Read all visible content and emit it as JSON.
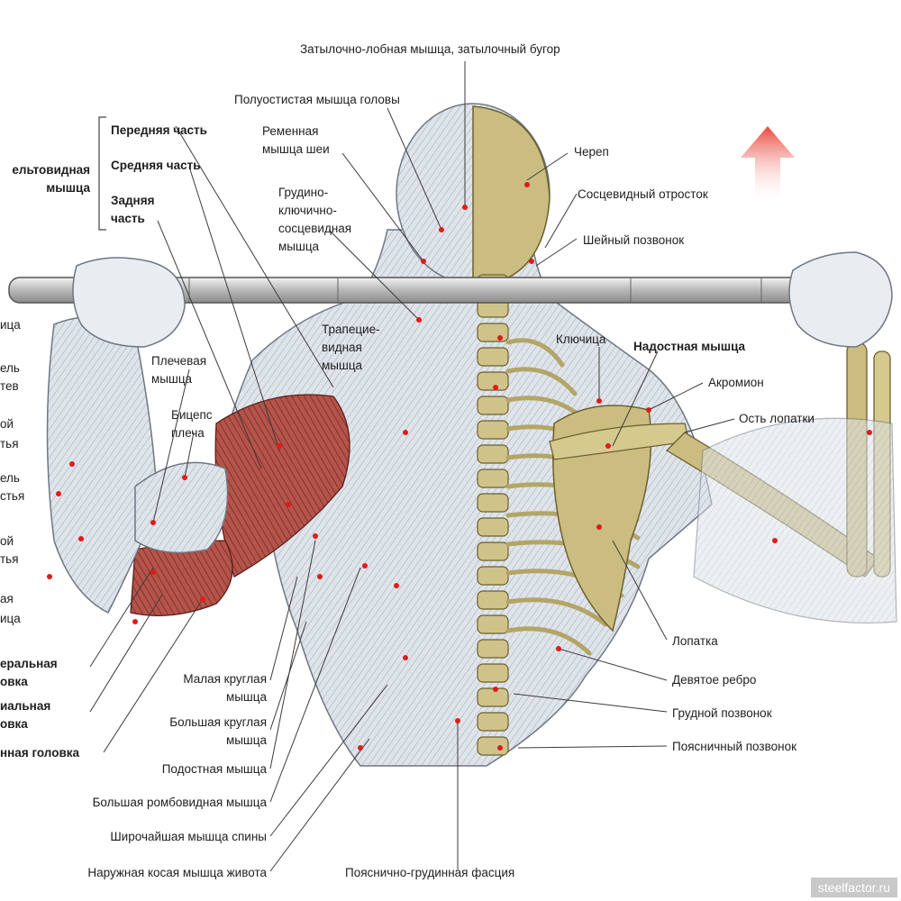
{
  "colors": {
    "muscle": "#d7dde4",
    "highlight": "#a0413a",
    "bone": "#c9bc7e",
    "arrow": "#e9473c",
    "leader": "#444444",
    "marker": "#e01b1b"
  },
  "left_labels": [
    {
      "id": "deltoid_front",
      "text": "Передняя часть"
    },
    {
      "id": "deltoid_middle",
      "text": "Средняя часть"
    },
    {
      "id": "deltoid_rear_1",
      "text": "Задняя"
    },
    {
      "id": "deltoid_rear_2",
      "text": "часть"
    },
    {
      "id": "deltoid_title_1",
      "text": "ельтовидная"
    },
    {
      "id": "deltoid_title_2",
      "text": "мышца"
    },
    {
      "id": "edge_1",
      "text": "ица"
    },
    {
      "id": "edge_2",
      "text": "ель"
    },
    {
      "id": "edge_3",
      "text": "тев"
    },
    {
      "id": "edge_4",
      "text": "ой"
    },
    {
      "id": "edge_5",
      "text": "тья"
    },
    {
      "id": "edge_6",
      "text": "ель"
    },
    {
      "id": "edge_7",
      "text": "стья"
    },
    {
      "id": "edge_8",
      "text": "ой"
    },
    {
      "id": "edge_9",
      "text": "тья"
    },
    {
      "id": "edge_10",
      "text": "ая"
    },
    {
      "id": "edge_11",
      "text": "ица"
    },
    {
      "id": "triceps_lat_1",
      "text": "еральная"
    },
    {
      "id": "triceps_lat_2",
      "text": "овка"
    },
    {
      "id": "triceps_med_1",
      "text": "иальная"
    },
    {
      "id": "triceps_med_2",
      "text": "овка"
    },
    {
      "id": "triceps_long",
      "text": "нная головка"
    },
    {
      "id": "brachialis_1",
      "text": "Плечевая"
    },
    {
      "id": "brachialis_2",
      "text": "мышца"
    },
    {
      "id": "biceps_1",
      "text": "Бицепс"
    },
    {
      "id": "biceps_2",
      "text": "плеча"
    },
    {
      "id": "splenius_1",
      "text": "Ременная"
    },
    {
      "id": "splenius_2",
      "text": "мышца шеи"
    },
    {
      "id": "scm_1",
      "text": "Грудино-"
    },
    {
      "id": "scm_2",
      "text": "ключично-"
    },
    {
      "id": "scm_3",
      "text": "сосцевидная"
    },
    {
      "id": "scm_4",
      "text": "мышца"
    },
    {
      "id": "trap_1",
      "text": "Трапецие-"
    },
    {
      "id": "trap_2",
      "text": "видная"
    },
    {
      "id": "trap_3",
      "text": "мышца"
    },
    {
      "id": "teres_minor_1",
      "text": "Малая круглая"
    },
    {
      "id": "teres_minor_2",
      "text": "мышца"
    },
    {
      "id": "teres_major_1",
      "text": "Большая круглая"
    },
    {
      "id": "teres_major_2",
      "text": "мышца"
    },
    {
      "id": "infraspinatus",
      "text": "Подостная мышца"
    },
    {
      "id": "rhomboid",
      "text": "Большая ромбовидная мышца"
    },
    {
      "id": "lats",
      "text": "Широчайшая мышца спины"
    },
    {
      "id": "oblique",
      "text": "Наружная косая мышца живота"
    }
  ],
  "top_labels": [
    {
      "id": "occipitofrontalis",
      "text": "Затылочно-лобная мышца, затылочный бугор"
    },
    {
      "id": "semispinalis",
      "text": "Полуостистая мышца головы"
    }
  ],
  "right_labels": [
    {
      "id": "skull",
      "text": "Череп"
    },
    {
      "id": "mastoid",
      "text": "Сосцевидный отросток"
    },
    {
      "id": "cervical",
      "text": "Шейный позвонок"
    },
    {
      "id": "clavicle",
      "text": "Ключица"
    },
    {
      "id": "supraspinatus",
      "text": "Надостная мышца"
    },
    {
      "id": "acromion",
      "text": "Акромион"
    },
    {
      "id": "spine_scapula",
      "text": "Ость лопатки"
    },
    {
      "id": "scapula",
      "text": "Лопатка"
    },
    {
      "id": "ninth_rib",
      "text": "Девятое ребро"
    },
    {
      "id": "thoracic",
      "text": "Грудной позвонок"
    },
    {
      "id": "lumbar",
      "text": "Поясничный позвонок"
    }
  ],
  "bottom_labels": [
    {
      "id": "thoracolumbar",
      "text": "Пояснично-грудинная фасция"
    }
  ],
  "watermark": "steelfactor.ru"
}
